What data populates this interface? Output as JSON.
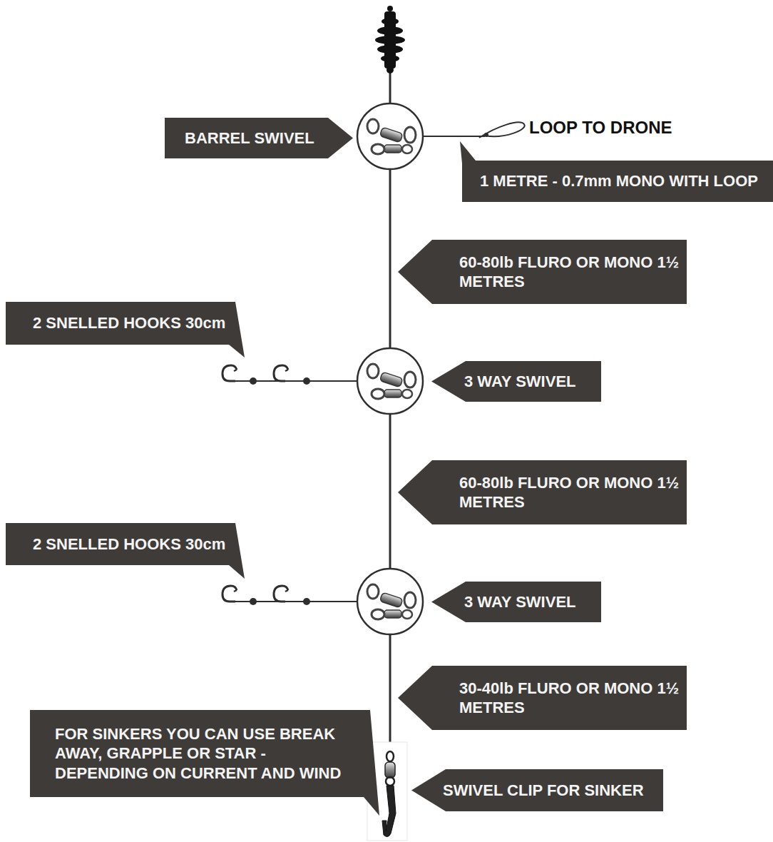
{
  "diagram": {
    "nodes": [
      {
        "text": [
          "BARREL SWIVEL"
        ]
      },
      {
        "text": [
          "1 METRE - 0.7mm MONO WITH LOOP"
        ]
      },
      {
        "text": [
          "60-80lb FLURO OR MONO 1½ METRES"
        ]
      },
      {
        "text": [
          "2 SNELLED HOOKS 30cm"
        ]
      },
      {
        "text": [
          "3 WAY SWIVEL"
        ]
      },
      {
        "text": [
          "60-80lb FLURO OR MONO 1½ METRES"
        ]
      },
      {
        "text": [
          "2 SNELLED HOOKS 30cm"
        ]
      },
      {
        "text": [
          "3 WAY SWIVEL"
        ]
      },
      {
        "text": [
          "30-40lb FLURO OR MONO 1½ METRES"
        ]
      },
      {
        "text": [
          "FOR SINKERS YOU CAN USE BREAK AWAY, GRAPPLE OR STAR - DEPENDING ON CURRENT AND WIND"
        ]
      },
      {
        "text": [
          "SWIVEL CLIP FOR SINKER"
        ]
      }
    ],
    "labels": [
      "LOOP TO DRONE"
    ]
  }
}
